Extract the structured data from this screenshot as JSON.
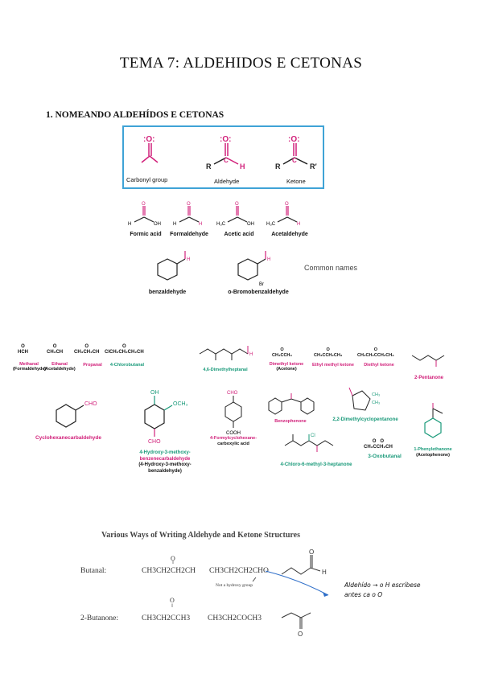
{
  "title": "TEMA 7: ALDEHIDOS E CETONAS",
  "section1": "1. NOMEANDO ALDEHÍDOS E CETONAS",
  "box": {
    "carbonyl": "Carbonyl group",
    "aldehyde": "Aldehyde",
    "ketone": "Ketone"
  },
  "common": {
    "formic": "Formic acid",
    "formaldehyde": "Formaldehyde",
    "acetic": "Acetic acid",
    "acetaldehyde": "Acetaldehyde",
    "benzaldehyde": "benzaldehyde",
    "bromobenzaldehyde": "o-Bromobenzaldehyde",
    "common_names": "Common names"
  },
  "iupac": {
    "methanal": "Methanal",
    "methanal_sub": "(Formaldehyde)",
    "ethanal": "Ethanal",
    "ethanal_sub": "(Acetaldehyde)",
    "propanal": "Propanal",
    "chlorobutanal": "4-Chlorobutanal",
    "dimethylheptanal": "4,6-Dimethylheptanal",
    "dimethylketone": "Dimethyl ketone",
    "dimethylketone_sub": "(Acetone)",
    "ethylmethylketone": "Ethyl methyl ketone",
    "diethylketone": "Diethyl ketone",
    "pentanone": "2-Pentanone",
    "cyclohexanecarbaldehyde": "Cyclohexanecarbaldehyde",
    "vanillin_1": "4-Hydroxy-3-methoxy-",
    "vanillin_2": "benzenecarbaldehyde",
    "vanillin_3": "(4-Hydroxy-3-methoxy-",
    "vanillin_4": "benzaldehyde)",
    "formylcyclo_1": "4-Formylcyclohexane-",
    "formylcyclo_2": "carboxylic acid",
    "benzophenone": "Benzophenone",
    "dimethylcyclopentanone": "2,2-Dimethylcyclopentanone",
    "chloromethylheptanone": "4-Chloro-6-methyl-3-heptanone",
    "oxobutanal": "3-Oxobutanal",
    "phenylethanone": "1-Phenylethanone",
    "phenylethanone_sub": "(Acetophenone)"
  },
  "ways": {
    "heading": "Various Ways of Writing Aldehyde and Ketone Structures",
    "butanal": "Butanal:",
    "butanal_f1": "CH3CH2CH2CH",
    "butanal_f2": "CH3CH2CH2CHO",
    "not_hydroxy": "Not a hydroxy group",
    "butanone": "2-Butanone:",
    "butanone_f1": "CH3CH2CCH3",
    "butanone_f2": "CH3CH2COCH3",
    "note_1": "Aldehído → o H escríbese",
    "note_2": "antes ca o O"
  },
  "colors": {
    "pink": "#d1207a",
    "teal": "#1a9a7a",
    "box_border": "#3fa3d6",
    "note_arrow": "#2f6fc9"
  }
}
